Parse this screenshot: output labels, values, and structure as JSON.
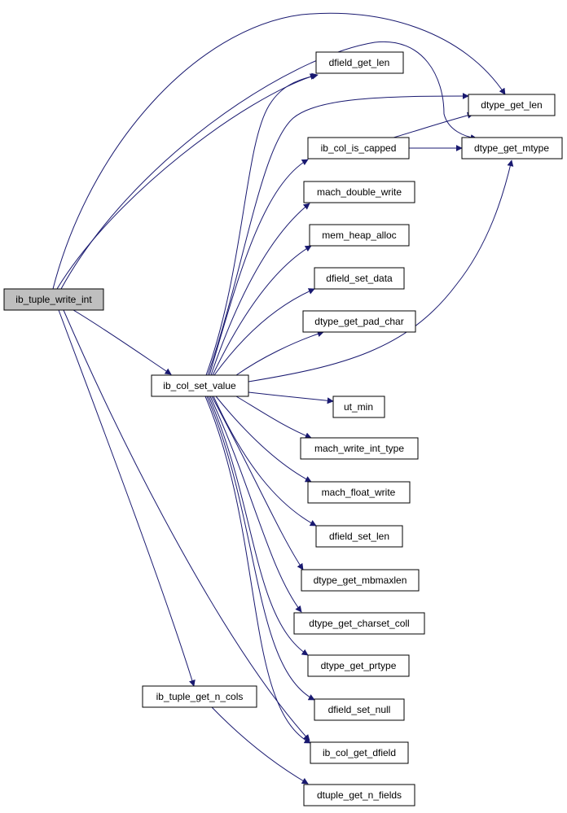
{
  "colors": {
    "edge": "#191970",
    "node_border": "#000000",
    "node_fill": "#ffffff",
    "root_fill": "#bfbfbf",
    "background": "#ffffff"
  },
  "nodes": {
    "ib_tuple_write_int": "ib_tuple_write_int",
    "ib_col_set_value": "ib_col_set_value",
    "ib_tuple_get_n_cols": "ib_tuple_get_n_cols",
    "dfield_get_len": "dfield_get_len",
    "dtype_get_len": "dtype_get_len",
    "ib_col_is_capped": "ib_col_is_capped",
    "dtype_get_mtype": "dtype_get_mtype",
    "mach_double_write": "mach_double_write",
    "mem_heap_alloc": "mem_heap_alloc",
    "dfield_set_data": "dfield_set_data",
    "dtype_get_pad_char": "dtype_get_pad_char",
    "ut_min": "ut_min",
    "mach_write_int_type": "mach_write_int_type",
    "mach_float_write": "mach_float_write",
    "dfield_set_len": "dfield_set_len",
    "dtype_get_mbmaxlen": "dtype_get_mbmaxlen",
    "dtype_get_charset_coll": "dtype_get_charset_coll",
    "dtype_get_prtype": "dtype_get_prtype",
    "dfield_set_null": "dfield_set_null",
    "ib_col_get_dfield": "ib_col_get_dfield",
    "dtuple_get_n_fields": "dtuple_get_n_fields"
  },
  "root": "ib_tuple_write_int",
  "edges": [
    [
      "ib_tuple_write_int",
      "dfield_get_len"
    ],
    [
      "ib_tuple_write_int",
      "dtype_get_len"
    ],
    [
      "ib_tuple_write_int",
      "dtype_get_mtype"
    ],
    [
      "ib_tuple_write_int",
      "ib_col_set_value"
    ],
    [
      "ib_tuple_write_int",
      "ib_tuple_get_n_cols"
    ],
    [
      "ib_tuple_write_int",
      "ib_col_get_dfield"
    ],
    [
      "ib_col_set_value",
      "dfield_get_len"
    ],
    [
      "ib_col_set_value",
      "dtype_get_len"
    ],
    [
      "ib_col_set_value",
      "ib_col_is_capped"
    ],
    [
      "ib_col_set_value",
      "dtype_get_mtype"
    ],
    [
      "ib_col_set_value",
      "mach_double_write"
    ],
    [
      "ib_col_set_value",
      "mem_heap_alloc"
    ],
    [
      "ib_col_set_value",
      "dfield_set_data"
    ],
    [
      "ib_col_set_value",
      "dtype_get_pad_char"
    ],
    [
      "ib_col_set_value",
      "ut_min"
    ],
    [
      "ib_col_set_value",
      "mach_write_int_type"
    ],
    [
      "ib_col_set_value",
      "mach_float_write"
    ],
    [
      "ib_col_set_value",
      "dfield_set_len"
    ],
    [
      "ib_col_set_value",
      "dtype_get_mbmaxlen"
    ],
    [
      "ib_col_set_value",
      "dtype_get_charset_coll"
    ],
    [
      "ib_col_set_value",
      "dtype_get_prtype"
    ],
    [
      "ib_col_set_value",
      "dfield_set_null"
    ],
    [
      "ib_col_set_value",
      "ib_col_get_dfield"
    ],
    [
      "ib_col_is_capped",
      "dtype_get_len"
    ],
    [
      "ib_col_is_capped",
      "dtype_get_mtype"
    ],
    [
      "ib_tuple_get_n_cols",
      "dtuple_get_n_fields"
    ]
  ]
}
